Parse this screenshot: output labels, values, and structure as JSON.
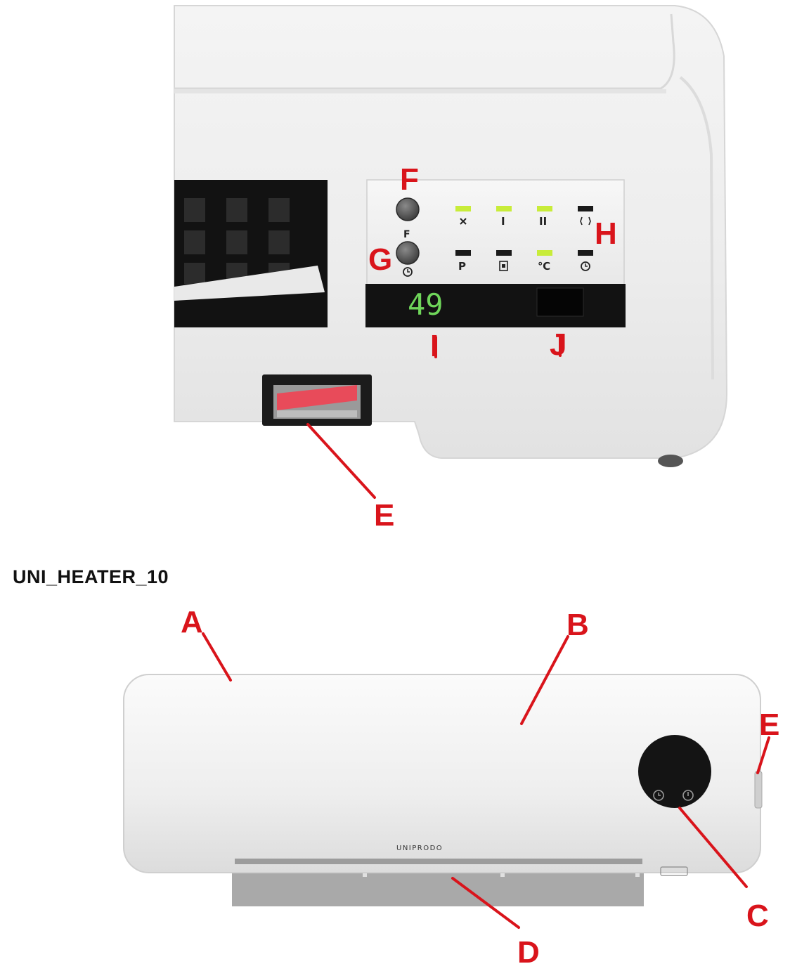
{
  "model_label": "UNI_HEATER_10",
  "display_value": "49",
  "brand_text": "UNIPRODO",
  "button_labels": {
    "f": "F"
  },
  "indicator_icons": {
    "row1": [
      "fan-icon",
      "I",
      "II",
      "window-icon"
    ],
    "row2": [
      "P",
      "lock-icon",
      "℃",
      "clock-icon"
    ]
  },
  "callouts": {
    "A": "A",
    "B": "B",
    "C": "C",
    "D": "D",
    "E": "E",
    "E_top": "E",
    "F": "F",
    "G": "G",
    "H": "H",
    "I": "I",
    "J": "J"
  },
  "colors": {
    "callout_red": "#d9141b",
    "led_on": "#c8ec3a",
    "led_off": "#1a1a1a",
    "display_digits": "#6fd65a",
    "switch_red": "#e84b5a"
  }
}
